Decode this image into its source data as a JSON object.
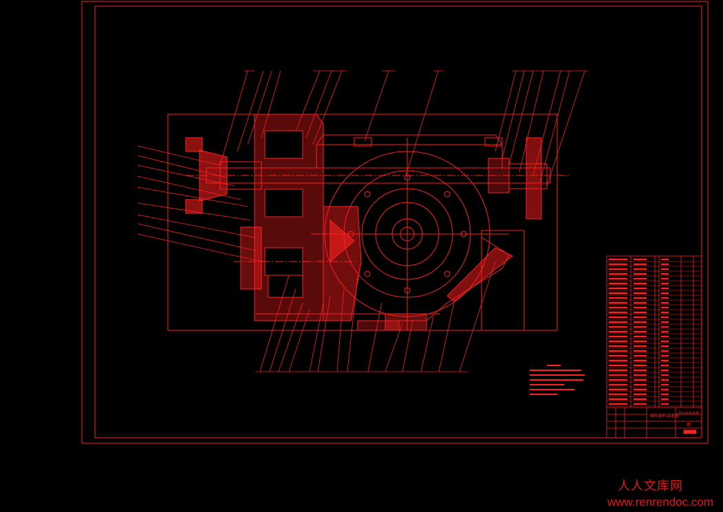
{
  "title_block": {
    "drawing_name": "蜗轮蜗杆减速器",
    "organization": "华北水利水电",
    "sheet_mark": "图"
  },
  "watermark": {
    "site_name": "人人文库网",
    "url": "www.renrendoc.com"
  },
  "colors": {
    "background": "#000000",
    "line": "#ff2020",
    "watermark": "#e01818"
  }
}
